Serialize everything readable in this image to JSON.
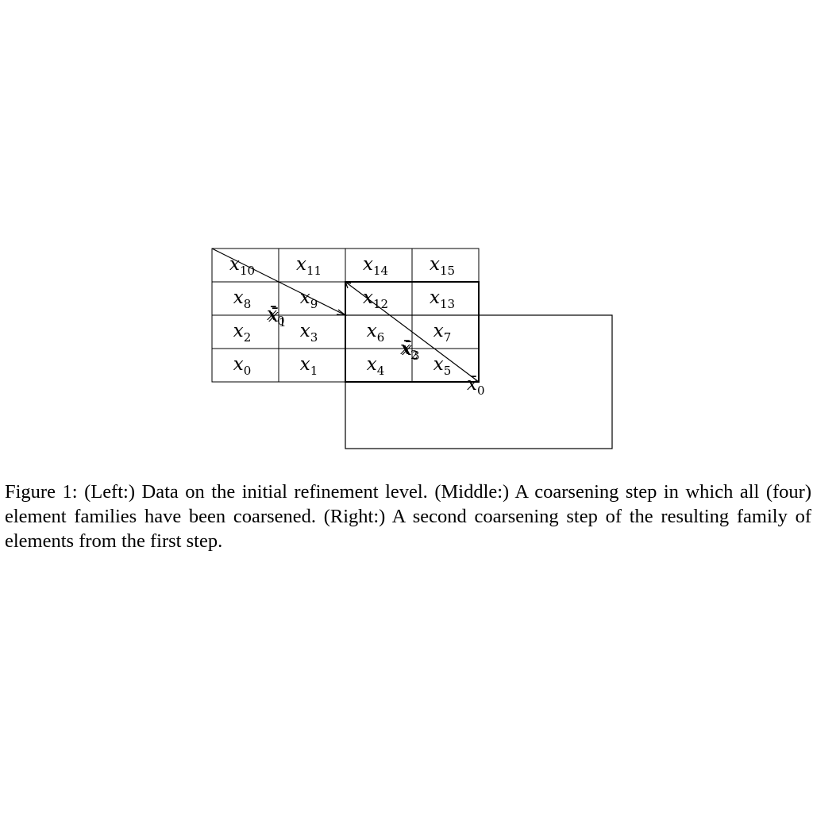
{
  "figure": {
    "fine_grid": {
      "rows": [
        [
          {
            "base": "x",
            "sub": "10"
          },
          {
            "base": "x",
            "sub": "11"
          },
          {
            "base": "x",
            "sub": "14"
          },
          {
            "base": "x",
            "sub": "15"
          }
        ],
        [
          {
            "base": "x",
            "sub": "8"
          },
          {
            "base": "x",
            "sub": "9"
          },
          {
            "base": "x",
            "sub": "12"
          },
          {
            "base": "x",
            "sub": "13"
          }
        ],
        [
          {
            "base": "x",
            "sub": "2"
          },
          {
            "base": "x",
            "sub": "3"
          },
          {
            "base": "x",
            "sub": "6"
          },
          {
            "base": "x",
            "sub": "7"
          }
        ],
        [
          {
            "base": "x",
            "sub": "0"
          },
          {
            "base": "x",
            "sub": "1"
          },
          {
            "base": "x",
            "sub": "4"
          },
          {
            "base": "x",
            "sub": "5"
          }
        ]
      ]
    },
    "coarse_labels": [
      {
        "id": "xbar-0-overlap",
        "base": "x̄",
        "sub": "0"
      },
      {
        "id": "xbar-1-overlap",
        "base": "x̄",
        "sub": "1"
      },
      {
        "id": "xbar-2-overlap",
        "base": "x̄",
        "sub": "2"
      },
      {
        "id": "xbar-3-overlap",
        "base": "x̄",
        "sub": "3"
      },
      {
        "id": "xbar-0-corner",
        "base": "x̄",
        "sub": "0"
      }
    ]
  },
  "caption": {
    "text": "Figure 1: (Left:) Data on the initial refinement level. (Middle:) A coarsening step in which all (four) element families have been coarsened. (Right:) A second coarsening step of the resulting family of elements from the first step."
  }
}
